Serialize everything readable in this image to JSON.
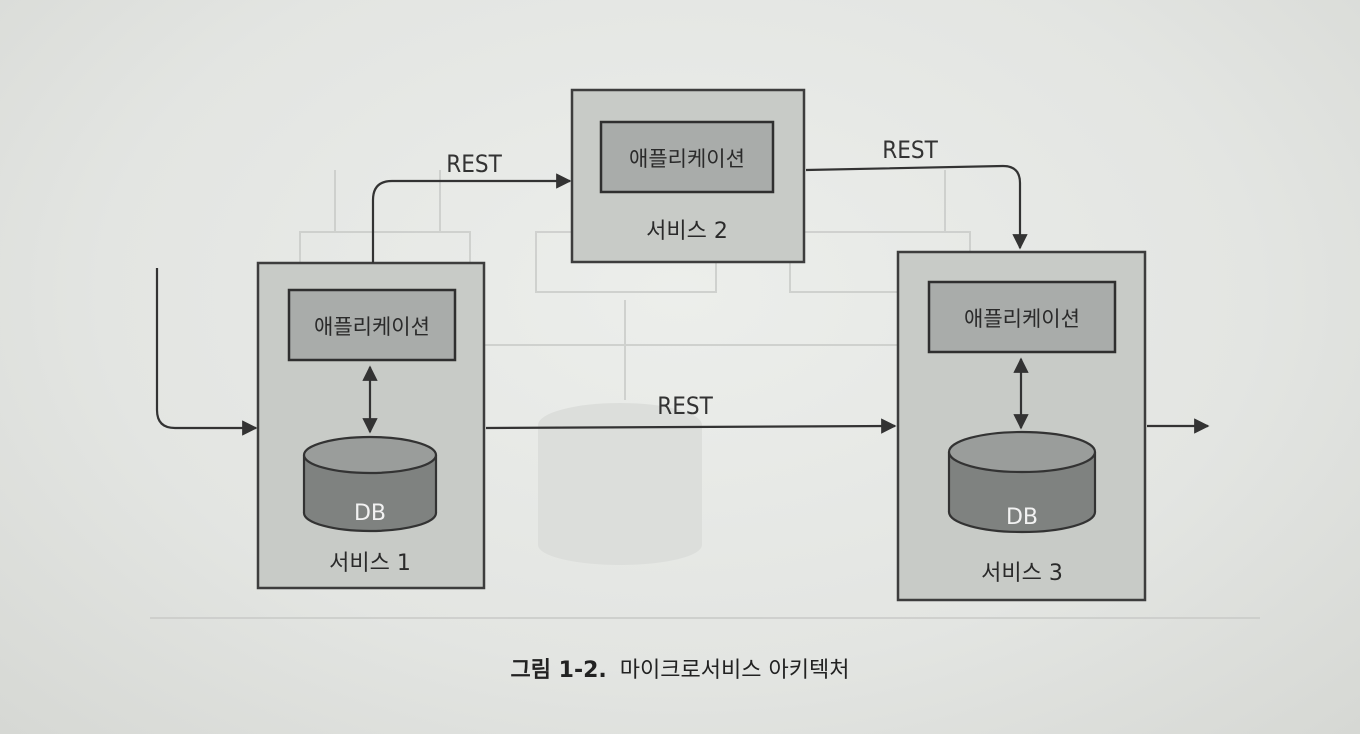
{
  "diagram": {
    "services": [
      {
        "name": "서비스 1",
        "app_label": "애플리케이션",
        "db_label": "DB"
      },
      {
        "name": "서비스 2",
        "app_label": "애플리케이션"
      },
      {
        "name": "서비스 3",
        "app_label": "애플리케이션",
        "db_label": "DB"
      }
    ],
    "connections": [
      {
        "from": "서비스 1",
        "to": "서비스 2",
        "label": "REST"
      },
      {
        "from": "서비스 2",
        "to": "서비스 3",
        "label": "REST"
      },
      {
        "from": "서비스 1",
        "to": "서비스 3",
        "label": "REST"
      }
    ]
  },
  "caption": {
    "number": "그림 1-2.",
    "title": "마이크로서비스 아키텍처"
  }
}
